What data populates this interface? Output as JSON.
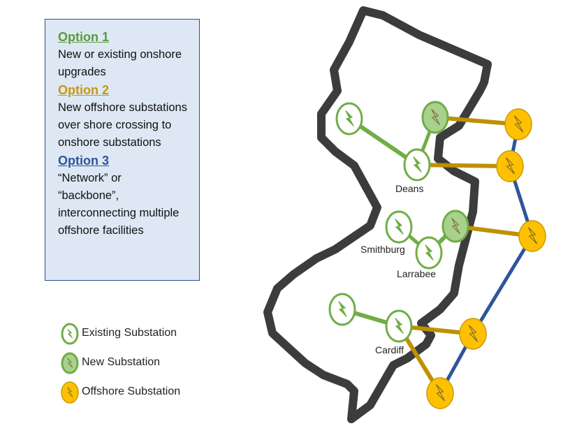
{
  "options": [
    {
      "title": "Option 1",
      "text": "New or existing onshore upgrades",
      "color": "#5b9a3a"
    },
    {
      "title": "Option 2",
      "text": "New offshore substations over shore crossing to onshore substations",
      "color": "#c9970a"
    },
    {
      "title": "Option 3",
      "text": "“Network” or “backbone”, interconnecting multiple offshore facilities",
      "color": "#2f559b"
    }
  ],
  "legend": [
    {
      "label": "Existing Substation",
      "icon": "existing-substation-icon"
    },
    {
      "label": "New Substation",
      "icon": "new-substation-icon"
    },
    {
      "label": "Offshore Substation",
      "icon": "offshore-substation-icon"
    }
  ],
  "places": {
    "deans": "Deans",
    "smithburg": "Smithburg",
    "larrabee": "Larrabee",
    "cardiff": "Cardiff"
  },
  "colors": {
    "green": "#70ad47",
    "gold": "#bf9000",
    "blue": "#2f559b",
    "offshore": "#ffc000",
    "new_fill": "#a9d18e",
    "outline": "#3c3c3c"
  }
}
